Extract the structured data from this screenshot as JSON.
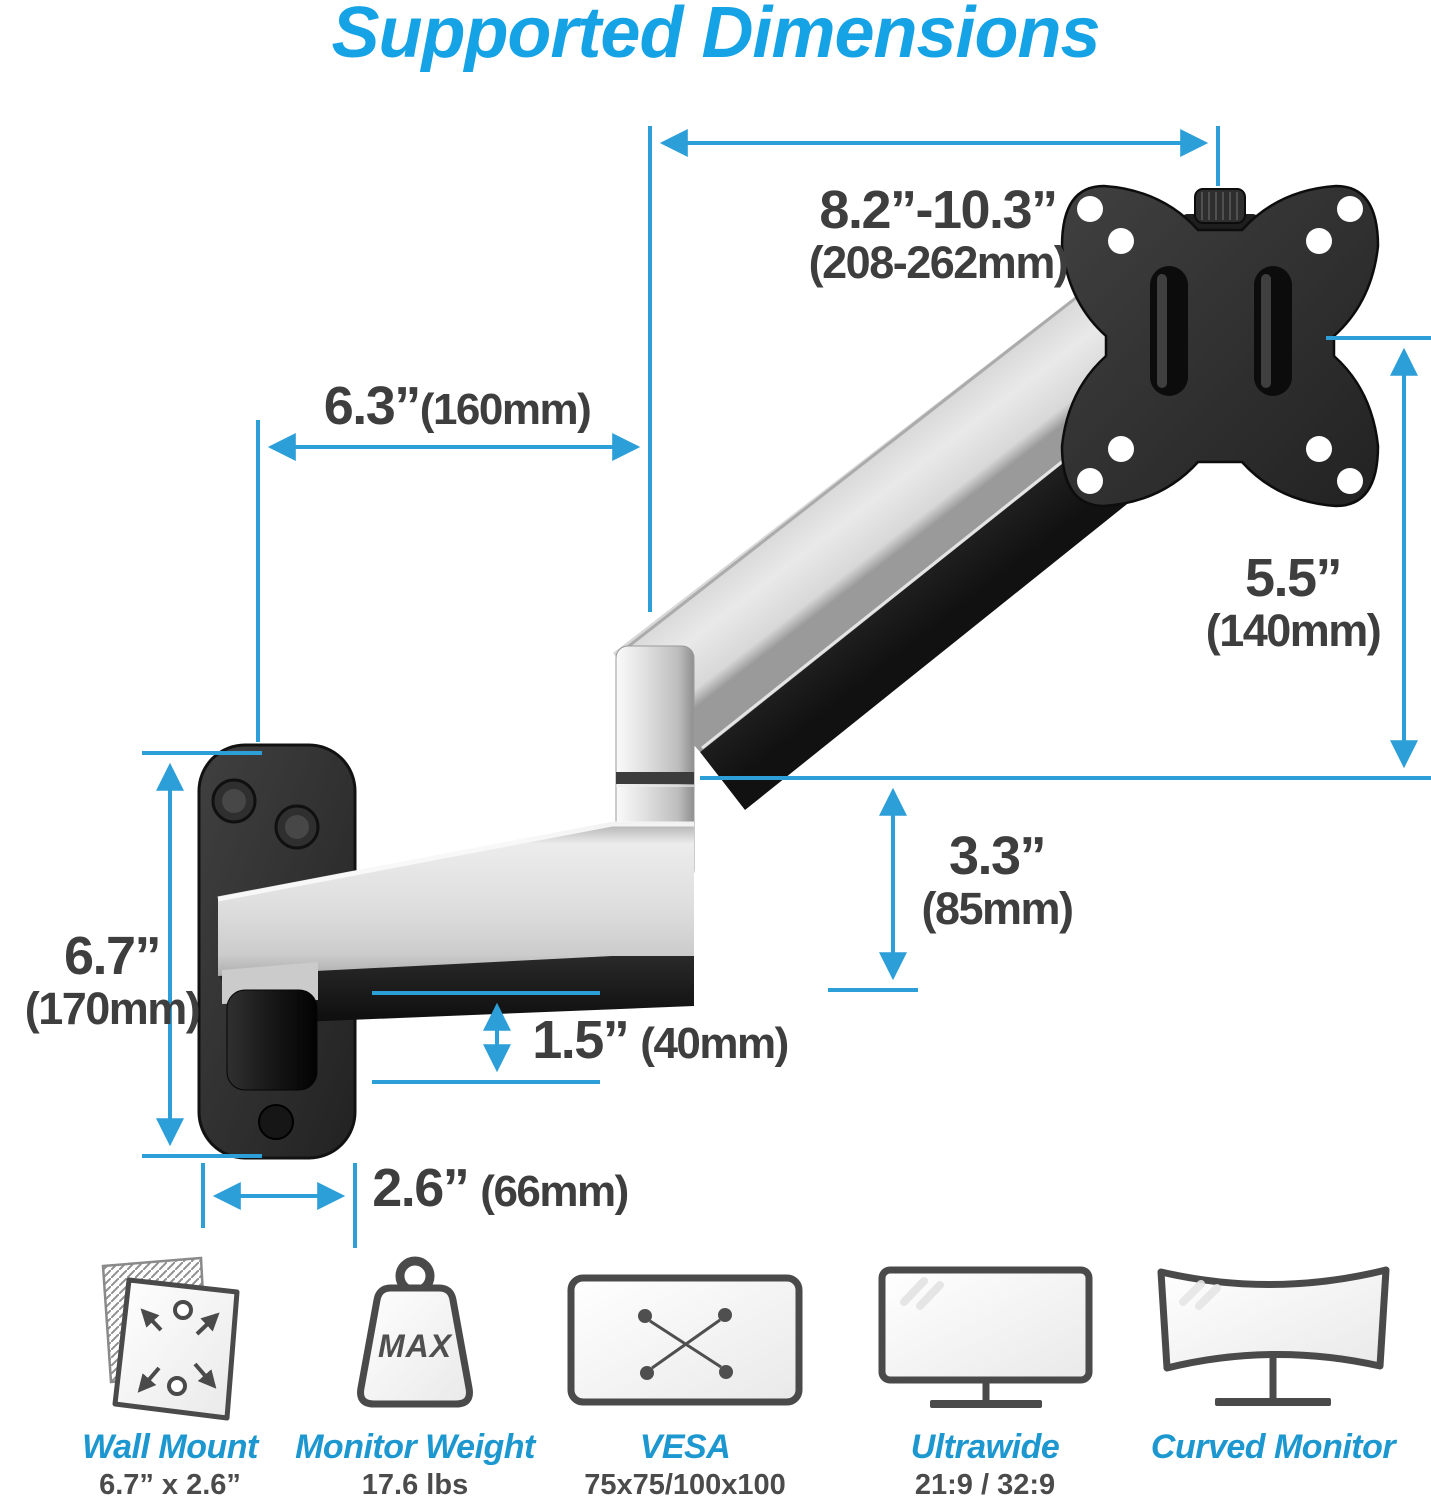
{
  "title": "Supported Dimensions",
  "colors": {
    "accent_blue": "#2d9fd8",
    "title_blue": "#16a3e5",
    "label_blue": "#1d97cf",
    "text_dark": "#3e3e3e"
  },
  "dims": {
    "reach": {
      "primary": "8.2”-10.3”",
      "secondary": "(208-262mm)"
    },
    "lower_arm": {
      "primary": "6.3”",
      "secondary": "(160mm)"
    },
    "vesa_height": {
      "primary": "5.5”",
      "secondary": "(140mm)"
    },
    "elbow_height": {
      "primary": "3.3”",
      "secondary": "(85mm)"
    },
    "plate_height": {
      "primary": "6.7”",
      "secondary": "(170mm)"
    },
    "arm_thickness": {
      "primary": "1.5”",
      "secondary": "(40mm)"
    },
    "plate_width": {
      "primary": "2.6”",
      "secondary": "(66mm)"
    }
  },
  "features": [
    {
      "name": "Wall Mount",
      "value": "6.7” x 2.6”"
    },
    {
      "name": "Monitor Weight",
      "value": "17.6 lbs",
      "icon_text": "MAX"
    },
    {
      "name": "VESA",
      "value": "75x75/100x100"
    },
    {
      "name": "Ultrawide",
      "value": "21:9 / 32:9"
    },
    {
      "name": "Curved Monitor",
      "value": ""
    }
  ]
}
